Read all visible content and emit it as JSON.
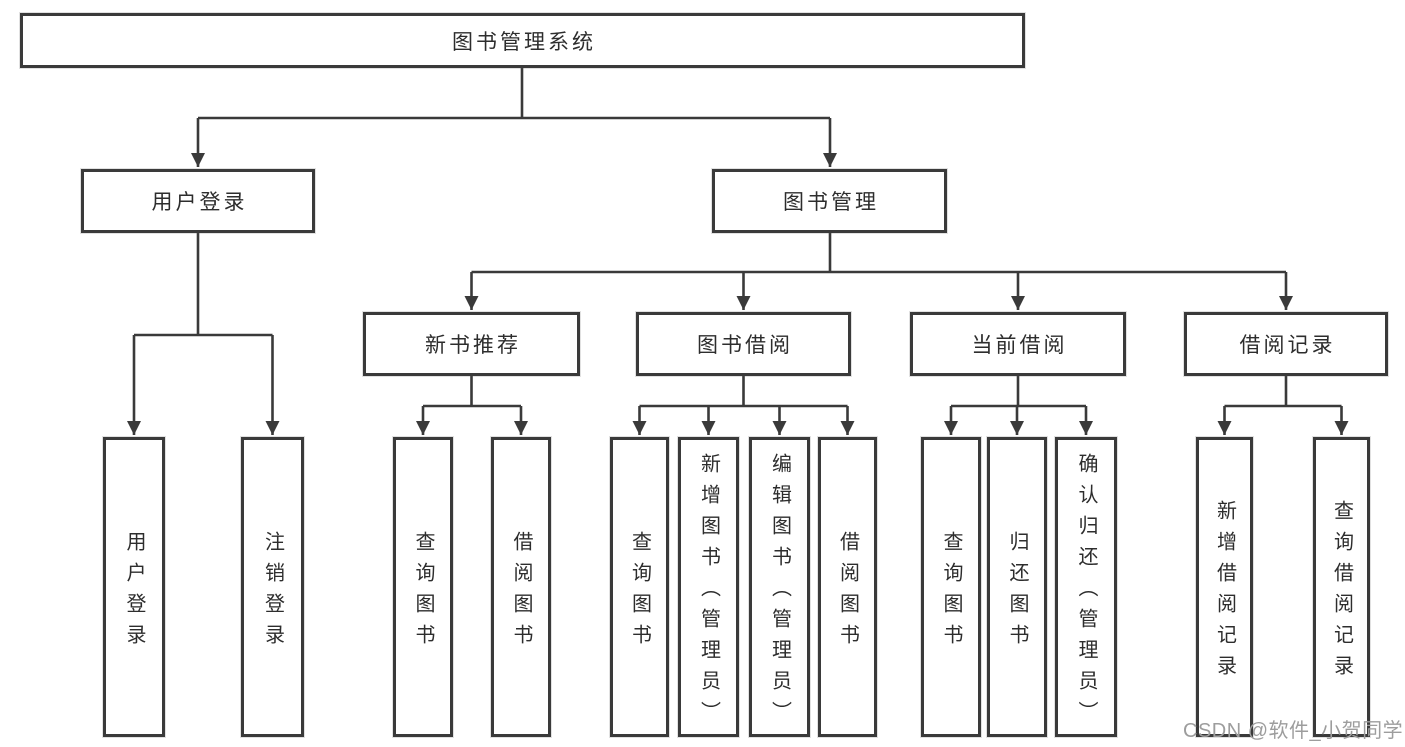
{
  "diagram_title": "图书管理系统",
  "colors": {
    "line": "#3a3a3a",
    "box_border": "#3a3a3a",
    "box_background": "#ffffff",
    "text": "#2d2d2d",
    "watermark_text": "#9d9d9d"
  },
  "tree": {
    "root": {
      "label": "图书管理系统"
    },
    "level1": [
      {
        "label": "用户登录"
      },
      {
        "label": "图书管理"
      }
    ],
    "level2": [
      {
        "label": "新书推荐"
      },
      {
        "label": "图书借阅"
      },
      {
        "label": "当前借阅"
      },
      {
        "label": "借阅记录"
      }
    ],
    "leaves": {
      "user_login": [
        {
          "label": "用户登录"
        },
        {
          "label": "注销登录"
        }
      ],
      "new_book": [
        {
          "label": "查询图书"
        },
        {
          "label": "借阅图书"
        }
      ],
      "borrow": [
        {
          "label": "查询图书"
        },
        {
          "label": "新增图书（管理员）"
        },
        {
          "label": "编辑图书（管理员）"
        },
        {
          "label": "借阅图书"
        }
      ],
      "current": [
        {
          "label": "查询图书"
        },
        {
          "label": "归还图书"
        },
        {
          "label": "确认归还（管理员）"
        }
      ],
      "records": [
        {
          "label": "新增借阅记录"
        },
        {
          "label": "查询借阅记录"
        }
      ]
    }
  },
  "watermark": {
    "text": "CSDN @软件_小贺同学"
  }
}
